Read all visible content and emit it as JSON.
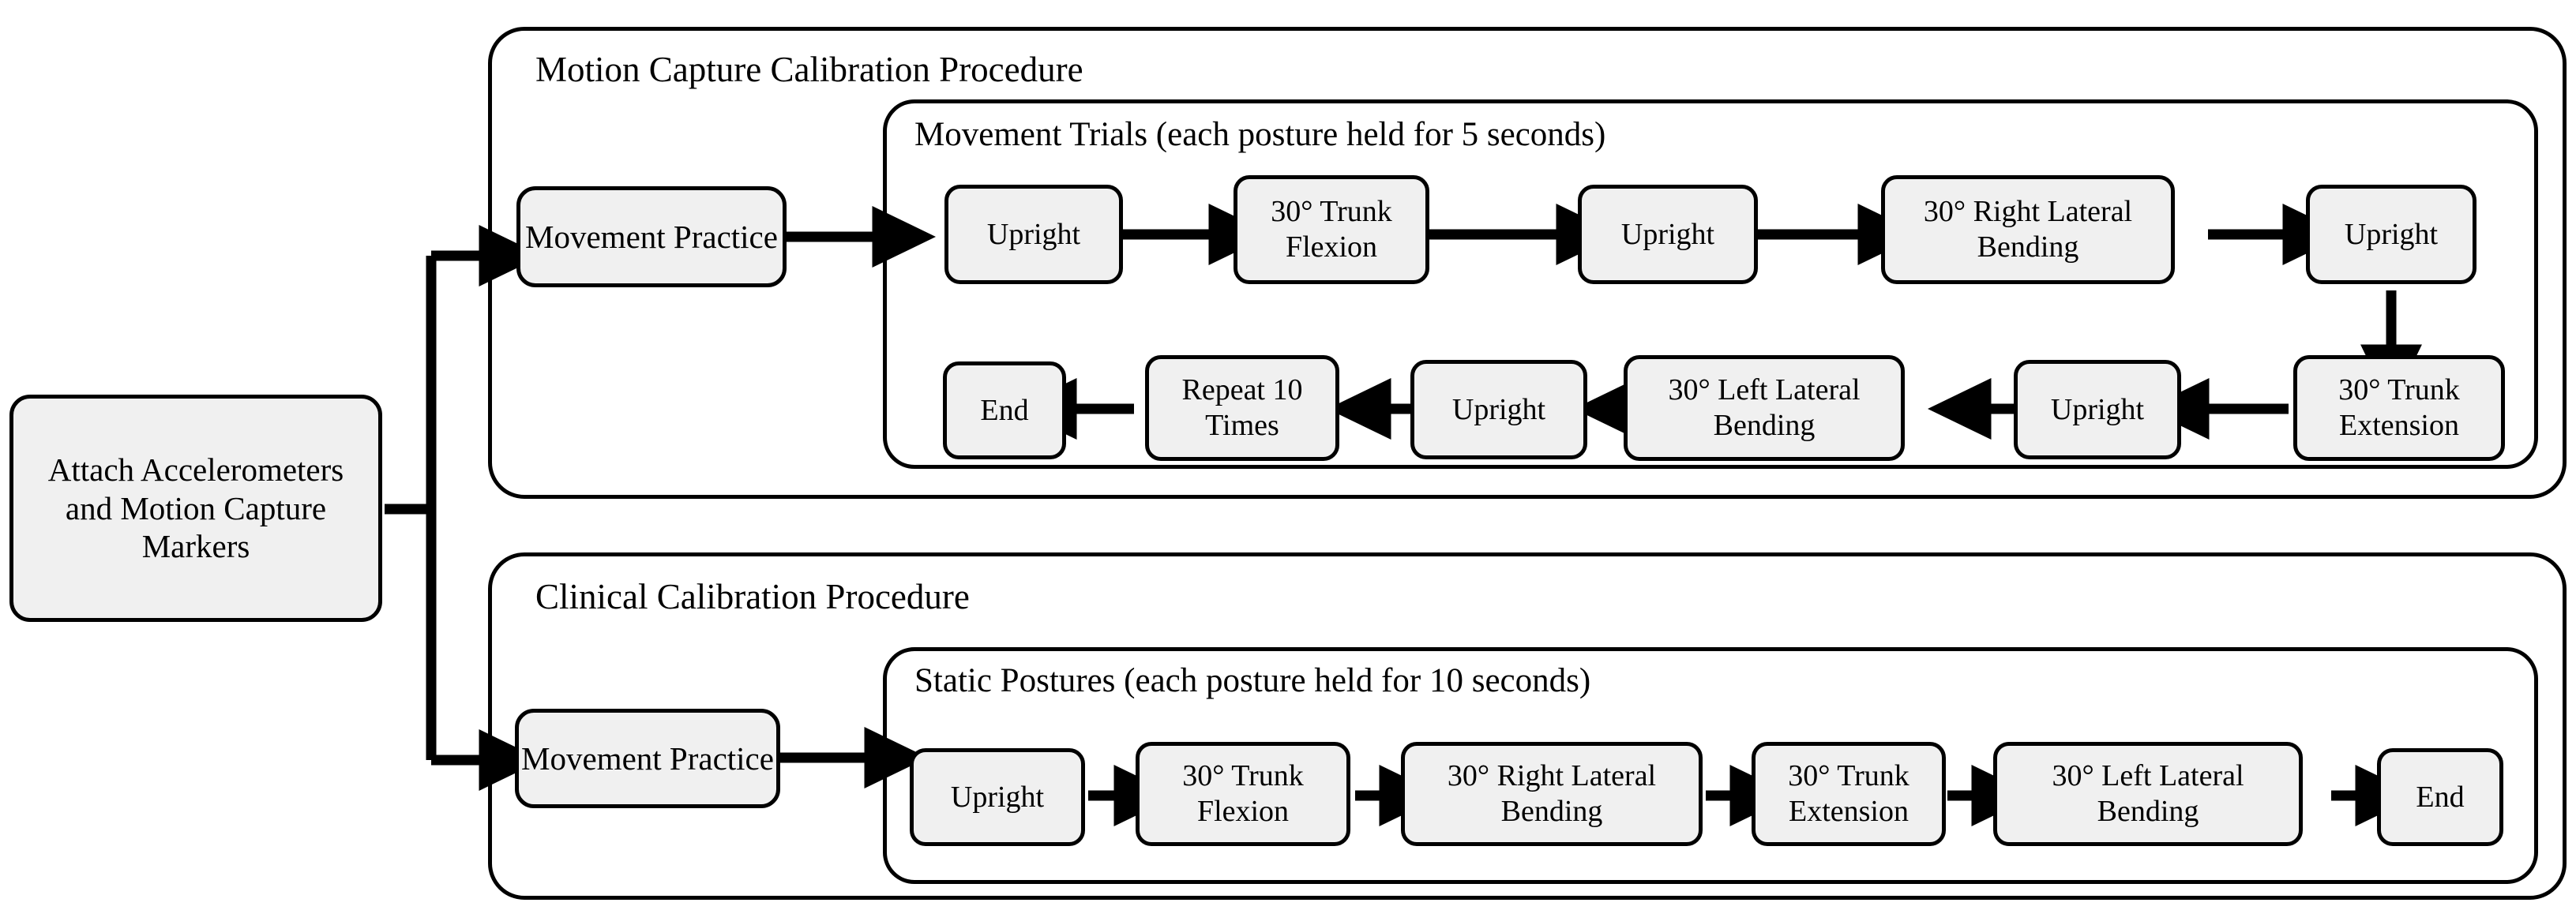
{
  "diagram": {
    "title_visible": false,
    "colors": {
      "node_fill": "#f0f0f0",
      "stroke": "#000000",
      "background": "#ffffff"
    },
    "start_node": {
      "label": "Attach Accelerometers and Motion Capture Markers"
    },
    "branches": [
      {
        "id": "motion-capture",
        "title": "Motion Capture Calibration Procedure",
        "practice_label": "Movement Practice",
        "inner": {
          "title": "Movement Trials (each posture held for 5 seconds)",
          "row1": [
            {
              "label": "Upright"
            },
            {
              "label": "30° Trunk Flexion"
            },
            {
              "label": "Upright"
            },
            {
              "label": "30° Right Lateral Bending"
            },
            {
              "label": "Upright"
            }
          ],
          "row2": [
            {
              "label": "End"
            },
            {
              "label": "Repeat 10 Times"
            },
            {
              "label": "Upright"
            },
            {
              "label": "30° Left Lateral Bending"
            },
            {
              "label": "Upright"
            },
            {
              "label": "30° Trunk Extension"
            }
          ]
        }
      },
      {
        "id": "clinical",
        "title": "Clinical Calibration Procedure",
        "practice_label": "Movement Practice",
        "inner": {
          "title": "Static Postures (each posture held for 10 seconds)",
          "row1": [
            {
              "label": "Upright"
            },
            {
              "label": "30° Trunk Flexion"
            },
            {
              "label": "30° Right Lateral Bending"
            },
            {
              "label": "30° Trunk Extension"
            },
            {
              "label": "30° Left Lateral Bending"
            },
            {
              "label": "End"
            }
          ]
        }
      }
    ]
  }
}
